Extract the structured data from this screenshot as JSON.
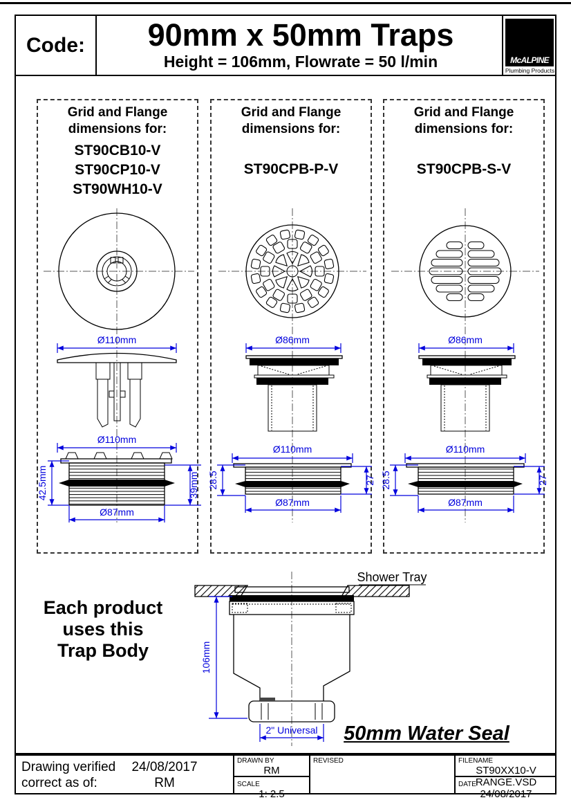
{
  "header": {
    "code_label": "Code:",
    "title": "90mm x 50mm Traps",
    "subtitle": "Height = 106mm, Flowrate = 50 l/min",
    "logo_text": "McALPINE",
    "logo_subtext": "Plumbing Products"
  },
  "panels": [
    {
      "heading_line1": "Grid and Flange",
      "heading_line2": "dimensions for:",
      "codes": [
        "ST90CB10-V",
        "ST90CP10-V",
        "ST90WH10-V"
      ],
      "dims": {
        "flange_dia": "Ø110mm",
        "body_top_dia": "Ø110mm",
        "height_left": "42.5mm",
        "height_right": "39mm",
        "thread_dia": "Ø87mm"
      }
    },
    {
      "heading_line1": "Grid and Flange",
      "heading_line2": "dimensions for:",
      "codes": [
        "ST90CPB-P-V"
      ],
      "dims": {
        "grid_dia": "Ø86mm",
        "body_top_dia": "Ø110mm",
        "height_left": "28.5",
        "height_right": "27",
        "thread_dia": "Ø87mm"
      }
    },
    {
      "heading_line1": "Grid and Flange",
      "heading_line2": "dimensions for:",
      "codes": [
        "ST90CPB-S-V"
      ],
      "dims": {
        "grid_dia": "Ø86mm",
        "body_top_dia": "Ø110mm",
        "height_left": "28.5",
        "height_right": "27",
        "thread_dia": "Ø87mm"
      }
    }
  ],
  "trap_body": {
    "note_line1": "Each product",
    "note_line2": "uses this",
    "note_line3": "Trap Body",
    "shower_tray_label": "Shower Tray",
    "height_dim": "106mm",
    "outlet_dim": "2\" Universal",
    "water_seal_label": "50mm Water Seal"
  },
  "footer": {
    "verified_label_line1": "Drawing verified",
    "verified_label_line2": "correct as of:",
    "verified_date": "24/08/2017",
    "verified_by": "RM",
    "drawn_by_label": "DRAWN BY",
    "drawn_by_value": "RM",
    "scale_label": "SCALE",
    "scale_value": "1: 2.5",
    "revised_label": "REVISED",
    "filename_label": "FILENAME",
    "filename_value": "ST90XX10-V RANGE.VSD",
    "date_label": "DATE",
    "date_value": "24/08/2017"
  },
  "colors": {
    "dimension_blue": "#0000DD",
    "line_black": "#000000"
  }
}
